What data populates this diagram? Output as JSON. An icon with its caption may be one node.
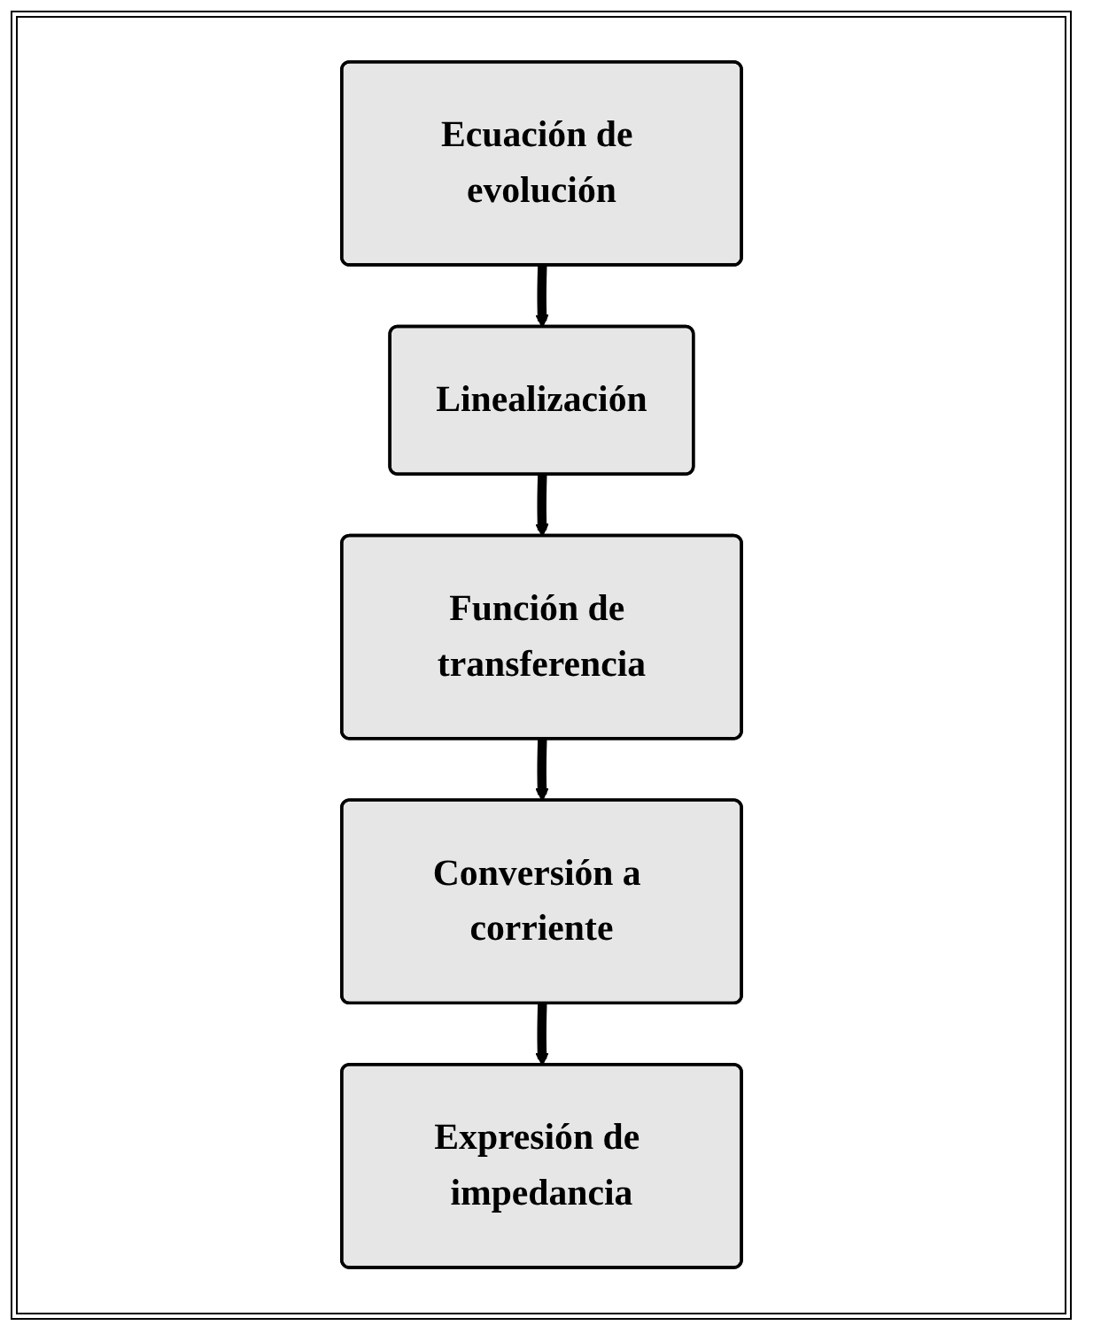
{
  "diagram": {
    "nodes": [
      {
        "text": [
          "Ecuación de evolución"
        ]
      },
      {
        "text": [
          "Linealización"
        ]
      },
      {
        "text": [
          "Función de transferencia"
        ]
      },
      {
        "text": [
          "Conversión a corriente"
        ]
      },
      {
        "text": [
          "Expresión de impedancia"
        ]
      }
    ],
    "edges": [
      {
        "from": 0,
        "to": 1,
        "arrow": "to"
      },
      {
        "from": 1,
        "to": 2,
        "arrow": "to"
      },
      {
        "from": 2,
        "to": 3,
        "arrow": "to"
      },
      {
        "from": 3,
        "to": 4,
        "arrow": "to"
      }
    ]
  }
}
